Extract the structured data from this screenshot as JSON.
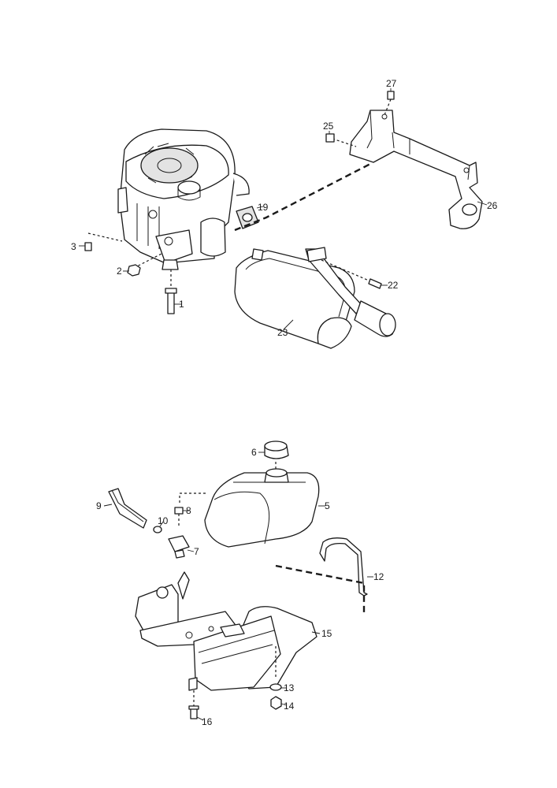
{
  "callouts": {
    "c1": "1",
    "c2": "2",
    "c3": "3",
    "c5": "5",
    "c6": "6",
    "c7": "7",
    "c8": "8",
    "c9": "9",
    "c10": "10",
    "c12": "12",
    "c13": "13",
    "c14": "14",
    "c15": "15",
    "c16": "16",
    "c19": "19",
    "c22": "22",
    "c23": "23",
    "c25": "25",
    "c26": "26",
    "c27": "27"
  },
  "colors": {
    "line": "#1a1a1a",
    "shade": "#e3e3e3",
    "background": "#ffffff"
  }
}
